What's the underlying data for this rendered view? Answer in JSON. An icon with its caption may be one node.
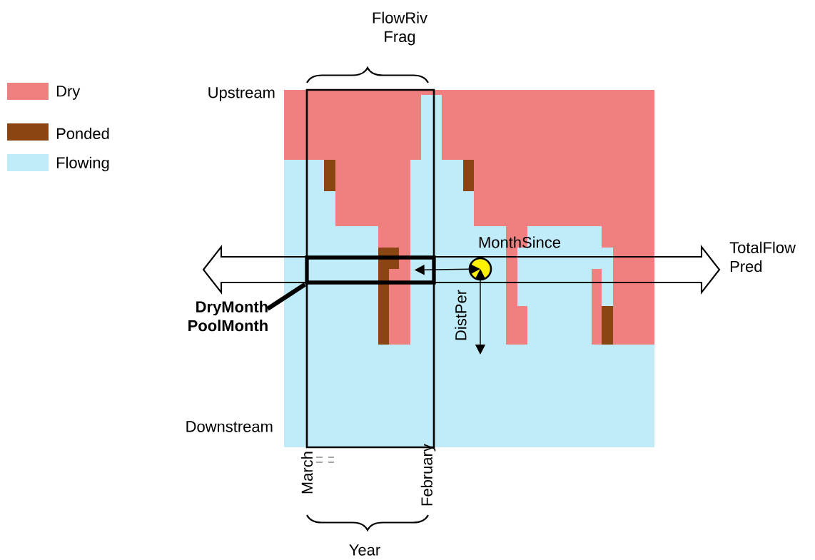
{
  "diagram": {
    "nodes": [
      {
        "text": [],
        "shape": "box"
      },
      {
        "text": [],
        "shape": "circle"
      },
      {
        "text": [
          "DryMonth PoolMonth"
        ]
      }
    ],
    "edges": [
      {
        "from": 1,
        "to": 0,
        "arrow": "both",
        "label": "MonthSince"
      },
      {
        "from": 1,
        "to": null,
        "arrow": "both",
        "label": "DistPer"
      },
      {
        "from": 2,
        "to": 0,
        "arrow": "none",
        "style": "thick"
      }
    ],
    "labels": [
      "FlowRiv Frag",
      "Upstream",
      "Downstream",
      "TotalFlow Pred",
      "March",
      "February",
      "Year"
    ],
    "legend": [
      {
        "text": "Dry",
        "color": "#f08080"
      },
      {
        "text": "Ponded",
        "color": "#8b4513"
      },
      {
        "text": "Flowing",
        "color": "#c0ecfa"
      }
    ]
  }
}
